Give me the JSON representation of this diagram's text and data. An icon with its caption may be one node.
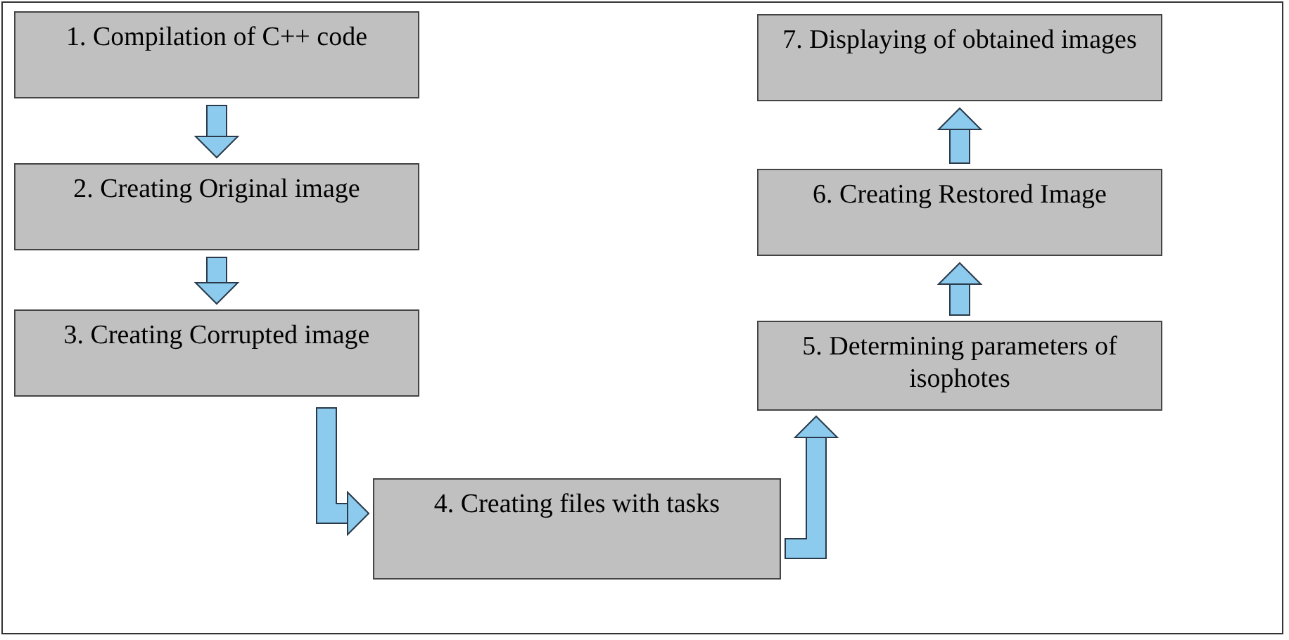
{
  "diagram": {
    "nodes": [
      {
        "text": [
          "1. Compilation of C++ code"
        ]
      },
      {
        "text": [
          "2. Creating Original image"
        ]
      },
      {
        "text": [
          "3. Creating Corrupted image"
        ]
      },
      {
        "text": [
          "4. Creating files with tasks"
        ]
      },
      {
        "text": [
          "5. Determining parameters of isophotes"
        ]
      },
      {
        "text": [
          "6. Creating Restored Image"
        ]
      },
      {
        "text": [
          "7. Displaying of obtained images"
        ]
      }
    ],
    "edges": [
      {
        "from": 0,
        "to": 1,
        "arrow": "to"
      },
      {
        "from": 1,
        "to": 2,
        "arrow": "to"
      },
      {
        "from": 2,
        "to": 3,
        "arrow": "to"
      },
      {
        "from": 3,
        "to": 4,
        "arrow": "to"
      },
      {
        "from": 4,
        "to": 5,
        "arrow": "to"
      },
      {
        "from": 5,
        "to": 6,
        "arrow": "to"
      }
    ]
  }
}
